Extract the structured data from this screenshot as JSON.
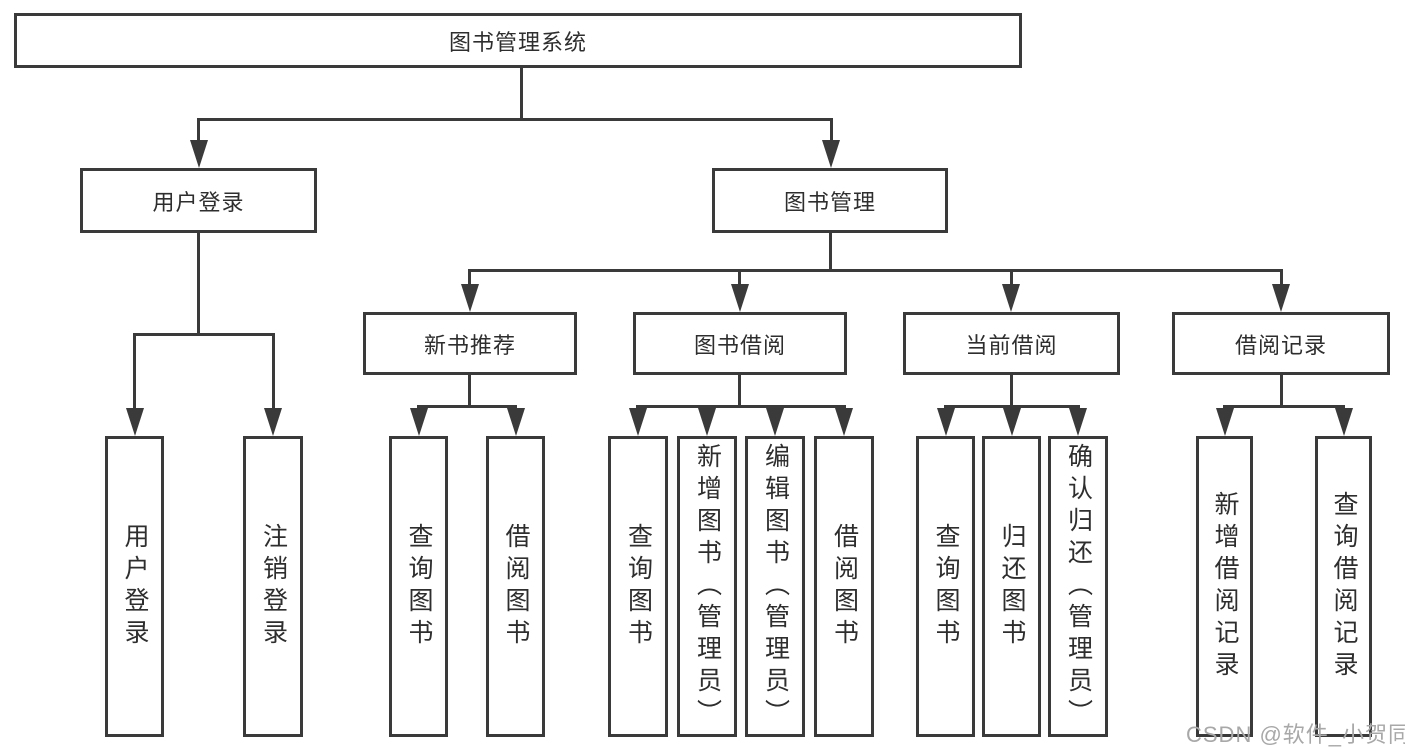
{
  "tree": {
    "root": {
      "label": "图书管理系统"
    },
    "branches": [
      {
        "label": "用户登录",
        "leaves": [
          "用户登录",
          "注销登录"
        ]
      },
      {
        "label": "图书管理",
        "groups": [
          {
            "label": "新书推荐",
            "leaves": [
              "查询图书",
              "借阅图书"
            ]
          },
          {
            "label": "图书借阅",
            "leaves": [
              "查询图书",
              "新增图书（管理员）",
              "编辑图书（管理员）",
              "借阅图书"
            ]
          },
          {
            "label": "当前借阅",
            "leaves": [
              "查询图书",
              "归还图书",
              "确认归还（管理员）"
            ]
          },
          {
            "label": "借阅记录",
            "leaves": [
              "新增借阅记录",
              "查询借阅记录"
            ]
          }
        ]
      }
    ]
  },
  "watermark": {
    "text": "CSDN @软件_小贺同学"
  },
  "colors": {
    "line": "#3a3a3a",
    "text": "#2e2e2e",
    "background": "#ffffff",
    "watermark": "#a8a8a8"
  }
}
